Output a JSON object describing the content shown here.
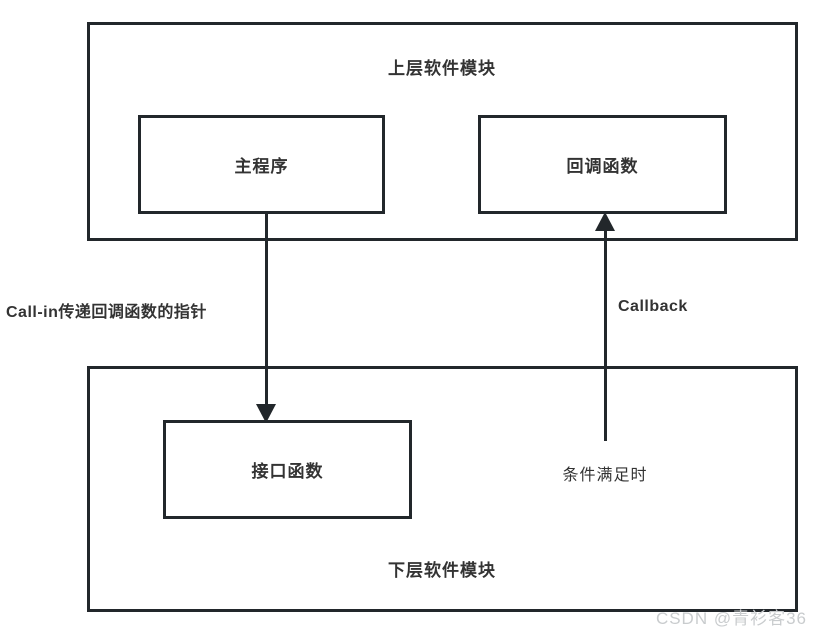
{
  "diagram": {
    "upper_module": {
      "title": "上层软件模块",
      "nodes": [
        {
          "id": "main-program",
          "label": "主程序"
        },
        {
          "id": "callback-function",
          "label": "回调函数"
        }
      ]
    },
    "lower_module": {
      "title": "下层软件模块",
      "nodes": [
        {
          "id": "interface-function",
          "label": "接口函数"
        }
      ],
      "notes": [
        {
          "id": "condition-note",
          "label": "条件满足时"
        }
      ]
    },
    "edges": [
      {
        "id": "call-in",
        "label": "Call-in传递回调函数的指针",
        "from": "main-program",
        "to": "interface-function",
        "direction": "down"
      },
      {
        "id": "callback",
        "label": "Callback",
        "from": "interface-function",
        "to": "callback-function",
        "direction": "up"
      }
    ],
    "colors": {
      "stroke": "#22272b",
      "text": "#333333",
      "background": "#ffffff",
      "watermark": "#c9ccce"
    }
  },
  "watermark": {
    "text": "CSDN @青衫客36"
  }
}
